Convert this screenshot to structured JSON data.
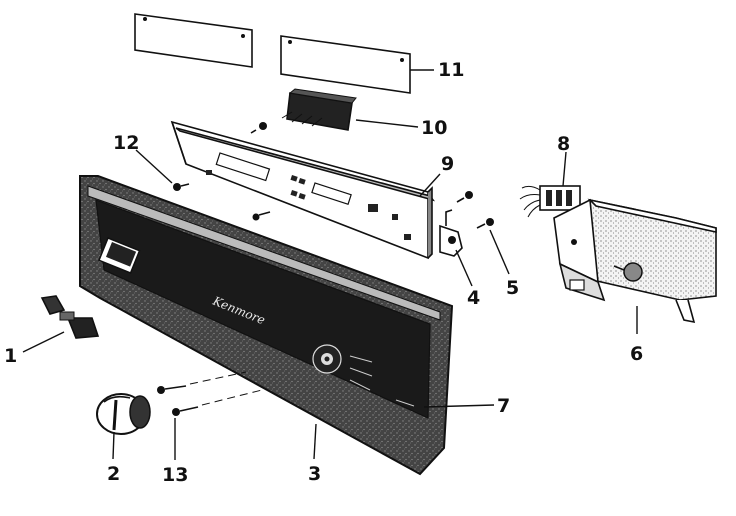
{
  "diagram": {
    "brand_text": "Kenmore",
    "callouts": [
      {
        "id": "1",
        "label": "1"
      },
      {
        "id": "2",
        "label": "2"
      },
      {
        "id": "3",
        "label": "3"
      },
      {
        "id": "4",
        "label": "4"
      },
      {
        "id": "5",
        "label": "5"
      },
      {
        "id": "6",
        "label": "6"
      },
      {
        "id": "7",
        "label": "7"
      },
      {
        "id": "8",
        "label": "8"
      },
      {
        "id": "9",
        "label": "9"
      },
      {
        "id": "10",
        "label": "10"
      },
      {
        "id": "11",
        "label": "11"
      },
      {
        "id": "12",
        "label": "12"
      },
      {
        "id": "13",
        "label": "13"
      }
    ]
  }
}
